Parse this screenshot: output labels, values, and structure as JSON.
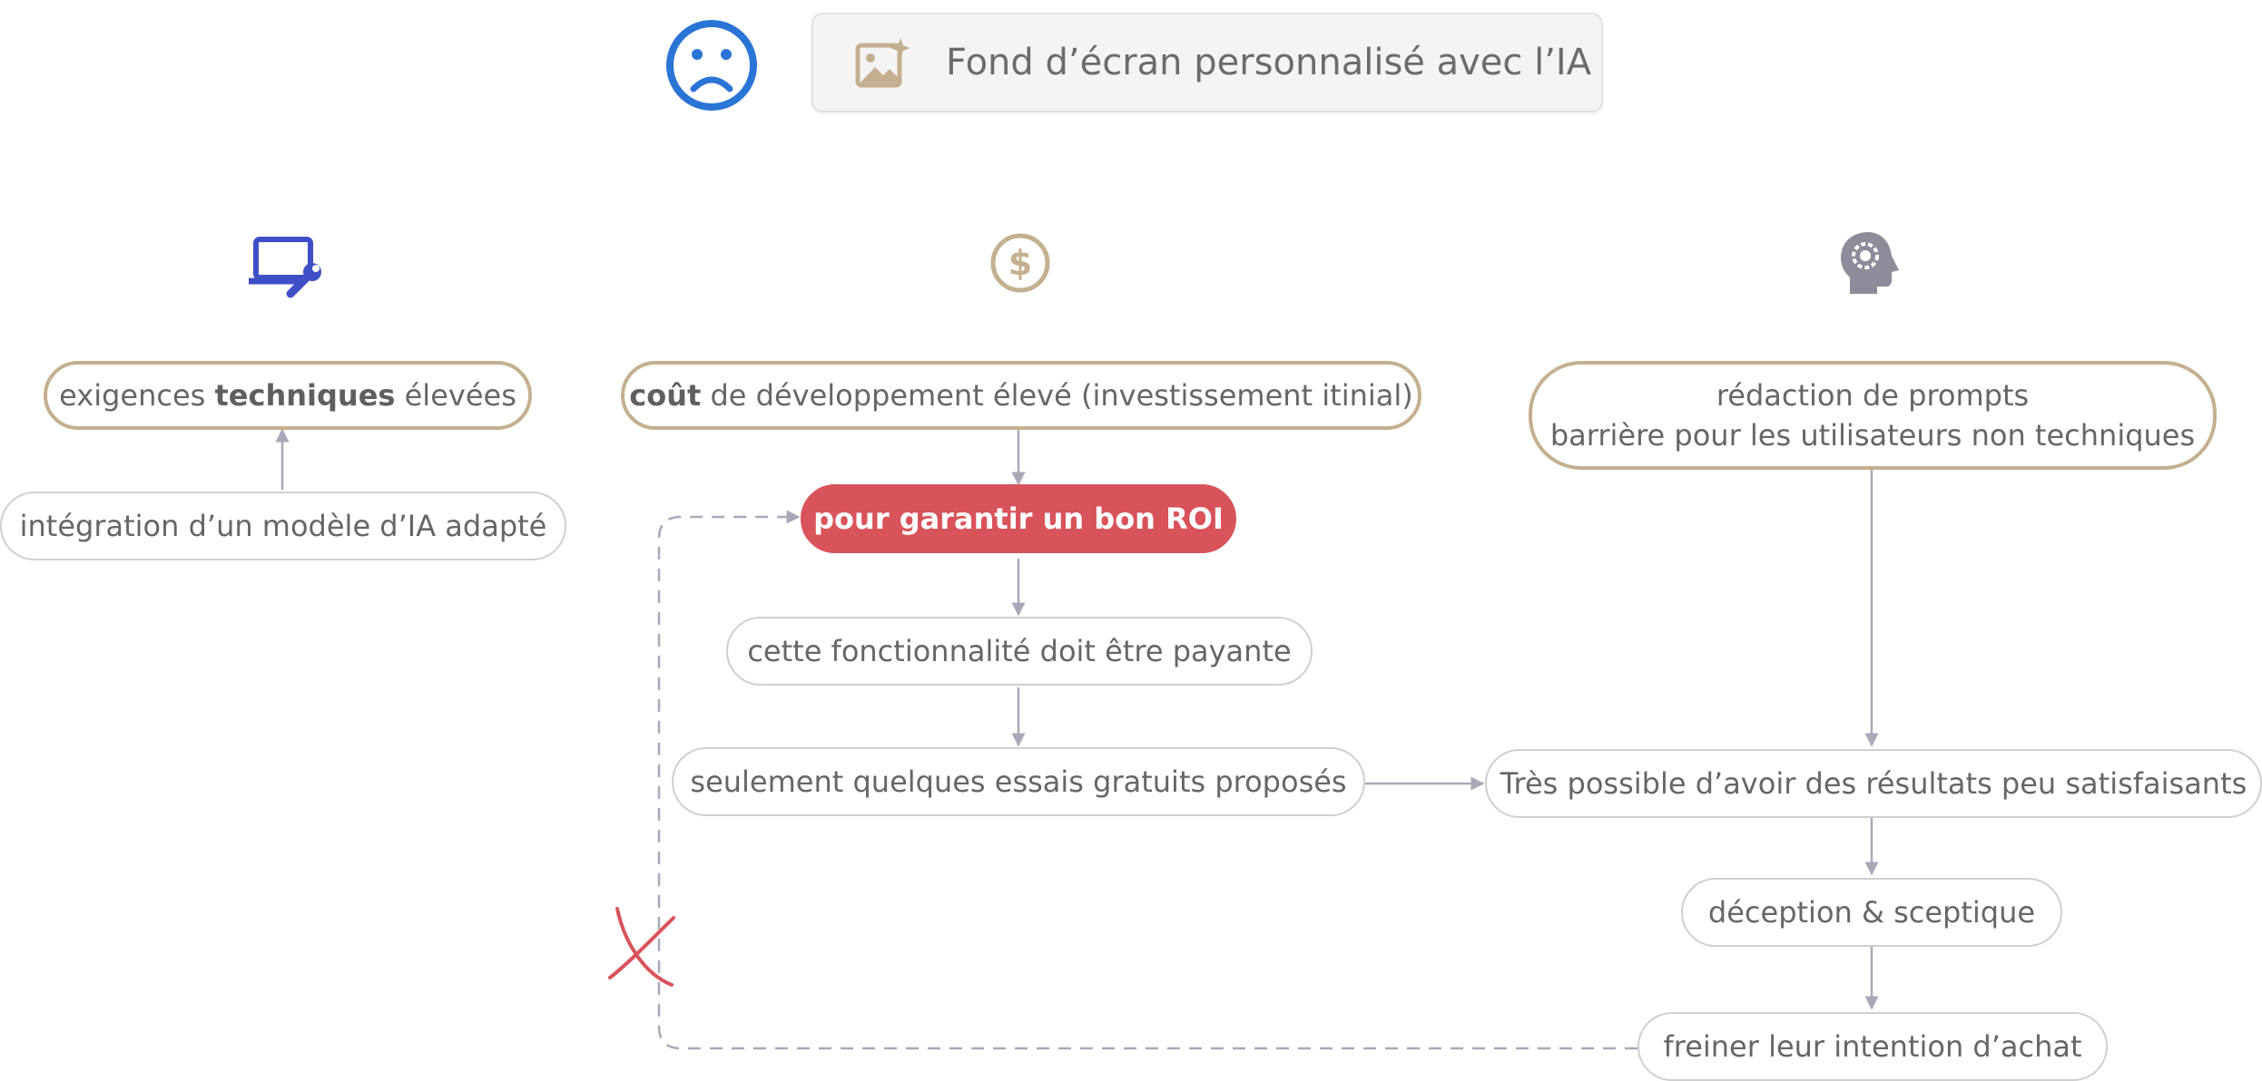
{
  "title": {
    "text": "Fond d’écran personnalisé avec l’IA",
    "icon": "image-sparkle-icon"
  },
  "mood_icon": "sad-face-icon",
  "categories": [
    {
      "name": "technical",
      "icon": "laptop-wrench-icon"
    },
    {
      "name": "cost",
      "icon": "dollar-circle-icon"
    },
    {
      "name": "prompting",
      "icon": "head-gear-icon"
    }
  ],
  "nodes": {
    "tech_requirements": {
      "pre": "exigences ",
      "bold": "techniques",
      "post": " élevées"
    },
    "ai_model": "intégration d’un modèle d’IA adapté",
    "dev_cost": {
      "bold": "coût",
      "post": " de développement élevé (investissement itinial)"
    },
    "roi": "pour garantir un bon ROI",
    "paid": "cette fonctionnalité doit être payante",
    "free_trials": "seulement quelques essais gratuits proposés",
    "prompts": {
      "line1": "rédaction de prompts",
      "line2": "barrière pour les utilisateurs non techniques"
    },
    "unsatisfying": "Très possible d’avoir des résultats peu satisfaisants",
    "disappointment": "déception & sceptique",
    "purchase": "freiner leur intention d’achat"
  },
  "colors": {
    "accent_gold": "#c4b090",
    "roi_red": "#d9535a",
    "connector": "#a9a8b8",
    "sad_face": "#2a74d6",
    "tech_icon": "#3f4fc8",
    "head_icon": "#8c8c9a",
    "cross": "#d9535a"
  }
}
